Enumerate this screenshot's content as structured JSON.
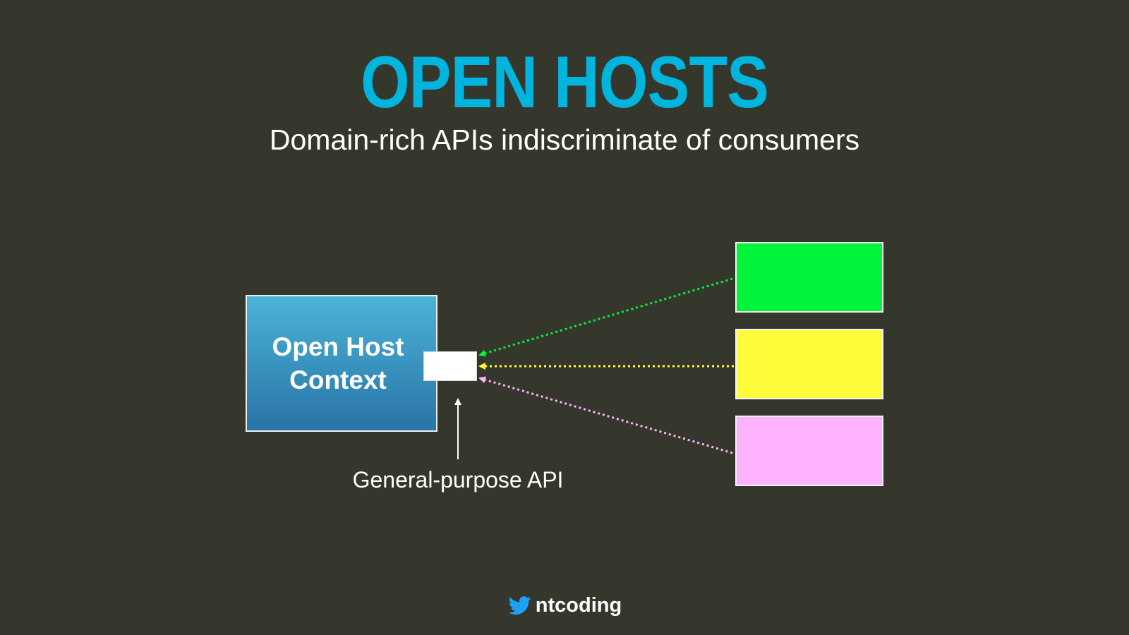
{
  "slide": {
    "title": "OPEN HOSTS",
    "subtitle": "Domain-rich APIs indiscriminate of consumers"
  },
  "diagram": {
    "host": {
      "label": "Open Host\nContext",
      "color_top": "#4cb3d6",
      "color_bottom": "#2874a7"
    },
    "api": {
      "caption": "General-purpose API",
      "color": "#ffffff"
    },
    "consumers": [
      {
        "color": "#00f53a"
      },
      {
        "color": "#fffb3b"
      },
      {
        "color": "#fdb2fd"
      }
    ],
    "connector_style": "dotted"
  },
  "footer": {
    "icon": "twitter-bird-icon",
    "handle": "ntcoding"
  },
  "colors": {
    "background": "#36372c",
    "title": "#00b5dd"
  }
}
